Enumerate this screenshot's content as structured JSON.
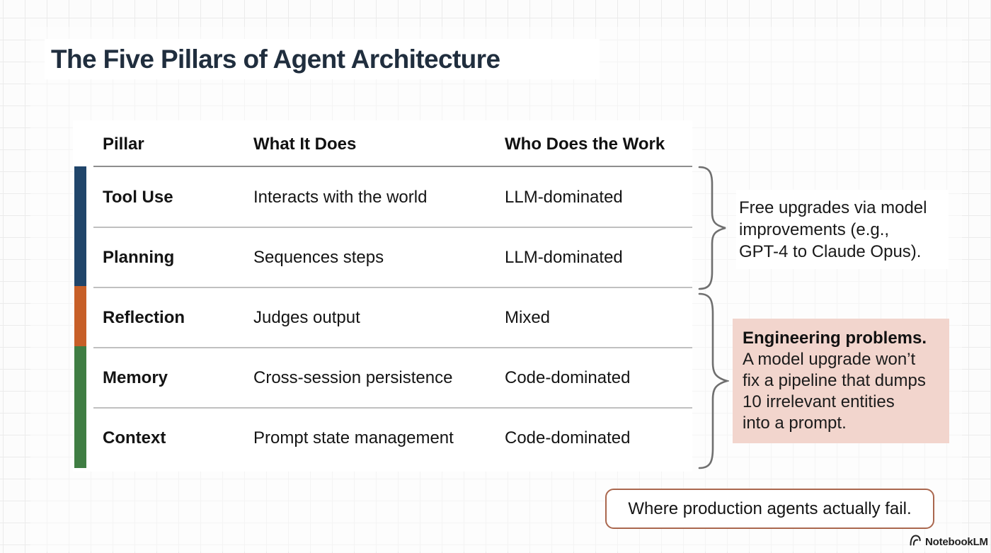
{
  "title": "The Five Pillars of Agent Architecture",
  "table": {
    "headers": [
      "Pillar",
      "What It Does",
      "Who Does the Work"
    ],
    "rows": [
      {
        "pillar": "Tool Use",
        "what": "Interacts with the world",
        "who": "LLM-dominated"
      },
      {
        "pillar": "Planning",
        "what": "Sequences steps",
        "who": "LLM-dominated"
      },
      {
        "pillar": "Reflection",
        "what": "Judges output",
        "who": "Mixed"
      },
      {
        "pillar": "Memory",
        "what": "Cross-session persistence",
        "who": "Code-dominated"
      },
      {
        "pillar": "Context",
        "what": "Prompt state management",
        "who": "Code-dominated"
      }
    ]
  },
  "annotations": {
    "model_group": {
      "lines": [
        "Free upgrades via model",
        "improvements (e.g.,",
        "GPT-4 to Claude Opus)."
      ]
    },
    "engineering_group": {
      "lead": "Engineering problems.",
      "lines": [
        "A model upgrade won’t",
        "fix a pipeline that dumps",
        "10 irrelevant entities",
        "into a prompt."
      ]
    }
  },
  "callout": "Where production agents actually fail.",
  "brand": "NotebookLM",
  "colors": {
    "bar_llm": "#20456a",
    "bar_mixed": "#c75f28",
    "bar_code": "#3f7d43",
    "highlight": "#f2d5cd",
    "callout_border": "#aa674e",
    "title_text": "#202e3e"
  }
}
